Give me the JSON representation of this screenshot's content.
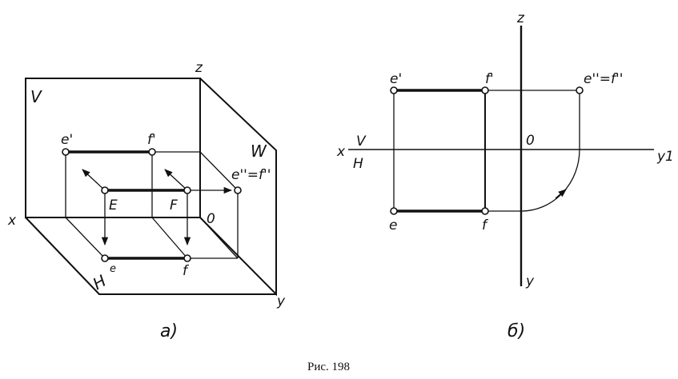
{
  "figure": {
    "caption": "Рис. 198",
    "panel_a": {
      "subtitle": "а)",
      "plane_labels": {
        "V": "V",
        "W": "W",
        "H": "H"
      },
      "axis_labels": {
        "x": "x",
        "y": "y",
        "z": "z",
        "origin": "0"
      },
      "point_labels": {
        "e_front": "e'",
        "f_front": "f'",
        "E": "E",
        "F": "F",
        "e_profile_f_profile": "e''=f''",
        "e": "e",
        "f": "f"
      }
    },
    "panel_b": {
      "subtitle": "б)",
      "axis_labels": {
        "x": "x",
        "y1": "y1",
        "y": "y",
        "z": "z",
        "origin": "0",
        "V": "V",
        "H": "H"
      },
      "point_labels": {
        "e_front": "e'",
        "f_front": "f'",
        "e_profile_f_profile": "e''=f''",
        "e": "e",
        "f": "f"
      }
    }
  }
}
